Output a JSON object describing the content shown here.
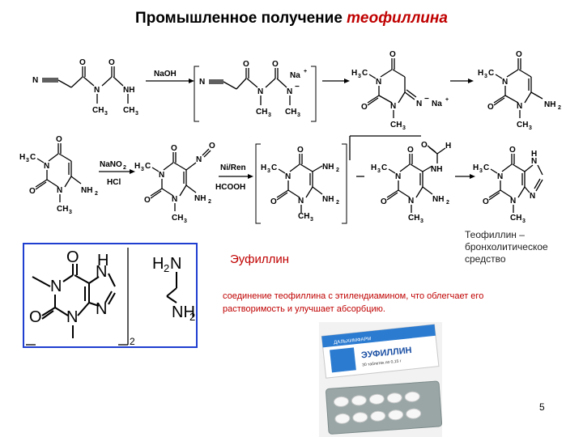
{
  "title": {
    "prefix": "Промышленное получение",
    "emphasis": "теофиллина"
  },
  "reagents": {
    "naoh": "NaOH",
    "nano2": "NaNO",
    "nano2_sub": "2",
    "hcl": "HCl",
    "niren": "Ni/Ren",
    "hcooh": "HCOOH"
  },
  "atoms": {
    "o": "O",
    "n": "N",
    "nh": "NH",
    "nh2": "NH",
    "h3c": "H",
    "ch3": "CH",
    "sub2": "2",
    "sub3": "3",
    "na": "Na",
    "plus": "+",
    "minus": "−",
    "h": "H"
  },
  "eufillin_label": "Эуфиллин",
  "theophylline_note": {
    "line1": "Теофиллин –",
    "line2": "бронхолитическое",
    "line3": "средство"
  },
  "description": "соединение теофиллина с этилендиамином, что облегчает его растворимость и улучшает абсорбцию.",
  "package": {
    "brand": "ЭУФИЛЛИН",
    "subtitle": "30 таблеток по 0,15 г",
    "maker": "ДАЛЬХИМФАРМ"
  },
  "struct_box": {
    "h2n": "H",
    "h2n_sub": "2",
    "n": "N",
    "nh2": "NH",
    "nh2_sub": "2",
    "multiplier": "2"
  },
  "page_number": "5"
}
